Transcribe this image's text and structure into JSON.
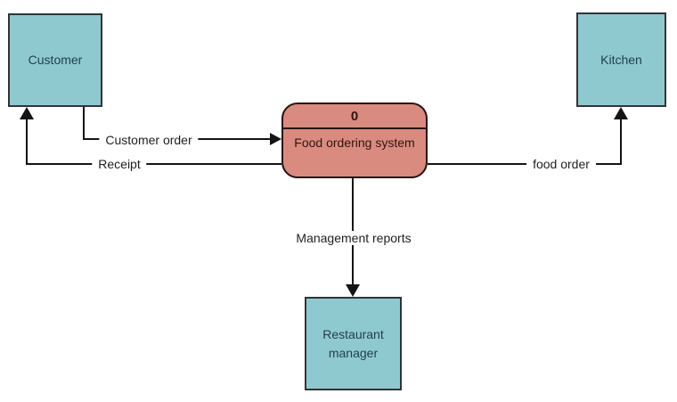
{
  "process": {
    "number": "0",
    "name": "Food ordering system"
  },
  "entities": {
    "customer": {
      "label": "Customer"
    },
    "kitchen": {
      "label": "Kitchen"
    },
    "restaurant_manager": {
      "label": "Restaurant manager"
    }
  },
  "flows": {
    "customer_order": {
      "label": "Customer order",
      "from": "Customer",
      "to": "Food ordering system"
    },
    "receipt": {
      "label": "Receipt",
      "from": "Food ordering system",
      "to": "Customer"
    },
    "food_order": {
      "label": "food order",
      "from": "Food ordering system",
      "to": "Kitchen"
    },
    "management_reports": {
      "label": "Management reports",
      "from": "Food ordering system",
      "to": "Restaurant manager"
    }
  },
  "colors": {
    "entity_fill": "#8fc9d0",
    "entity_border": "#2e3538",
    "process_fill": "#d98b80",
    "process_border": "#261310",
    "line": "#141414",
    "background": "#ffffff"
  }
}
